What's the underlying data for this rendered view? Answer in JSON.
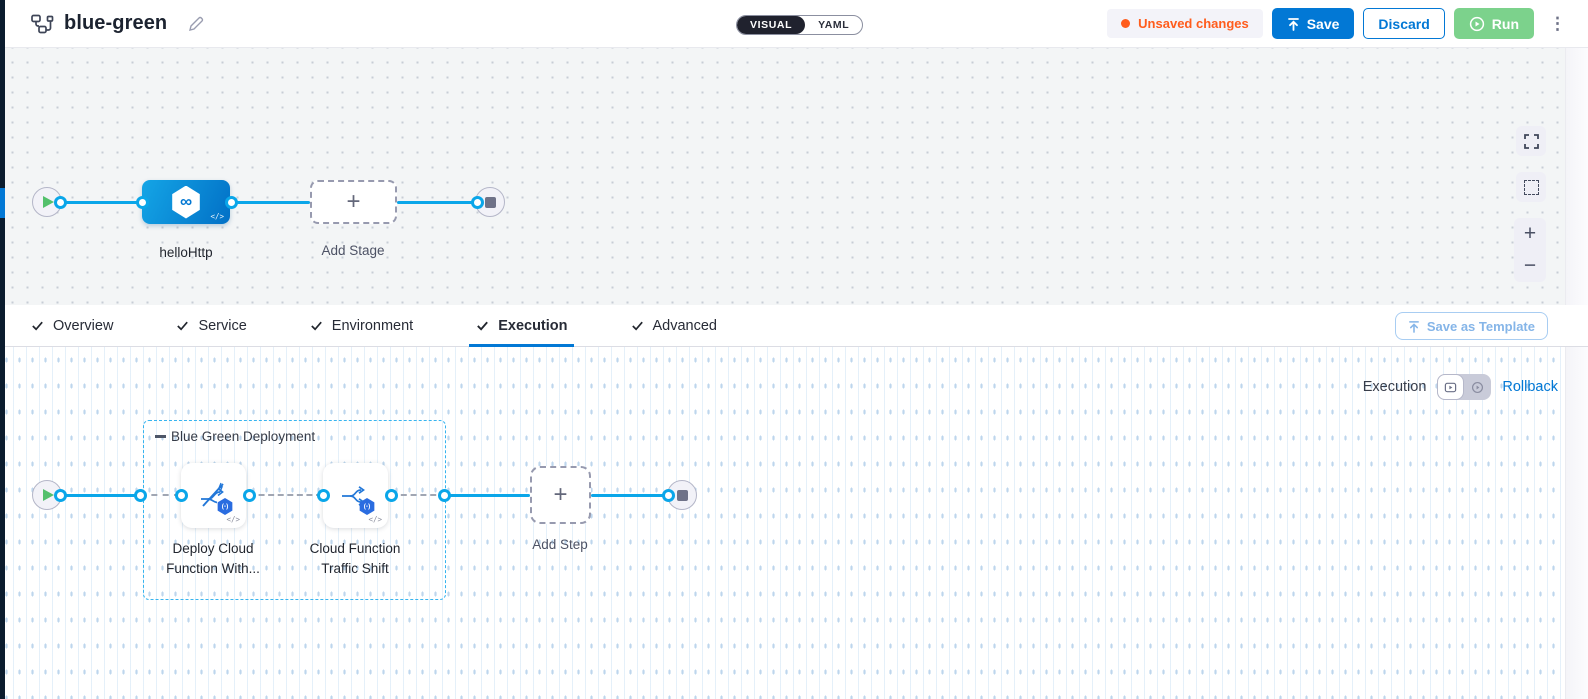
{
  "header": {
    "title": "blue-green",
    "view_toggle": {
      "visual": "VISUAL",
      "yaml": "YAML"
    },
    "unsaved_badge": "Unsaved changes",
    "save_label": "Save",
    "discard_label": "Discard",
    "run_label": "Run"
  },
  "stage_canvas": {
    "stage_name": "helloHttp",
    "add_stage_label": "Add Stage"
  },
  "tabs": {
    "items": [
      {
        "label": "Overview"
      },
      {
        "label": "Service"
      },
      {
        "label": "Environment"
      },
      {
        "label": "Execution"
      },
      {
        "label": "Advanced"
      }
    ],
    "active": "Execution",
    "save_as_template_label": "Save as Template"
  },
  "execution_canvas": {
    "mode_label": "Execution",
    "rollback_label": "Rollback",
    "group_label": "Blue Green Deployment",
    "steps": [
      {
        "name_line1": "Deploy Cloud",
        "name_line2": "Function With..."
      },
      {
        "name_line1": "Cloud Function",
        "name_line2": "Traffic Shift"
      }
    ],
    "add_step_label": "Add Step"
  },
  "icons": {
    "plus": "+",
    "minus": "−",
    "ellipsis": "⋮",
    "infinity": "∞",
    "code": "</>",
    "fn_badge": "(-)"
  },
  "colors": {
    "primary_blue": "#0278d5",
    "flow_cyan": "#0aa6e9",
    "unsaved_orange": "#ff5c1c",
    "run_green": "#7cd28c",
    "toggle_dark": "#20222e",
    "rail_navy": "#0b1c2e"
  }
}
